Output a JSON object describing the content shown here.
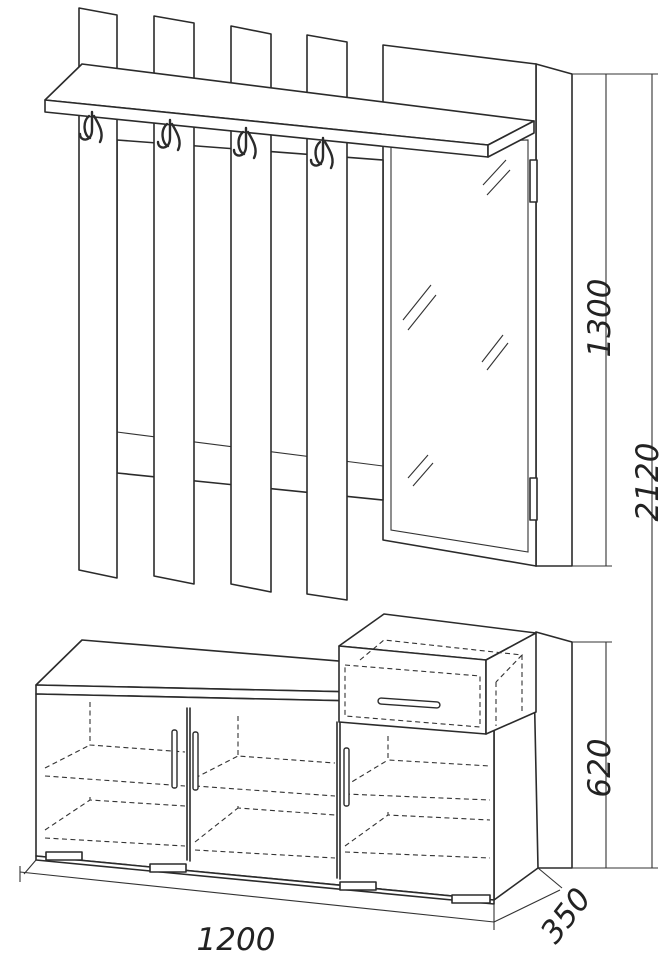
{
  "dimensions": {
    "mirror_height": "1300",
    "total_height": "2120",
    "cabinet_height": "620",
    "width": "1200",
    "depth": "350"
  },
  "colors": {
    "line": "#2b2b2b",
    "background": "#ffffff"
  }
}
